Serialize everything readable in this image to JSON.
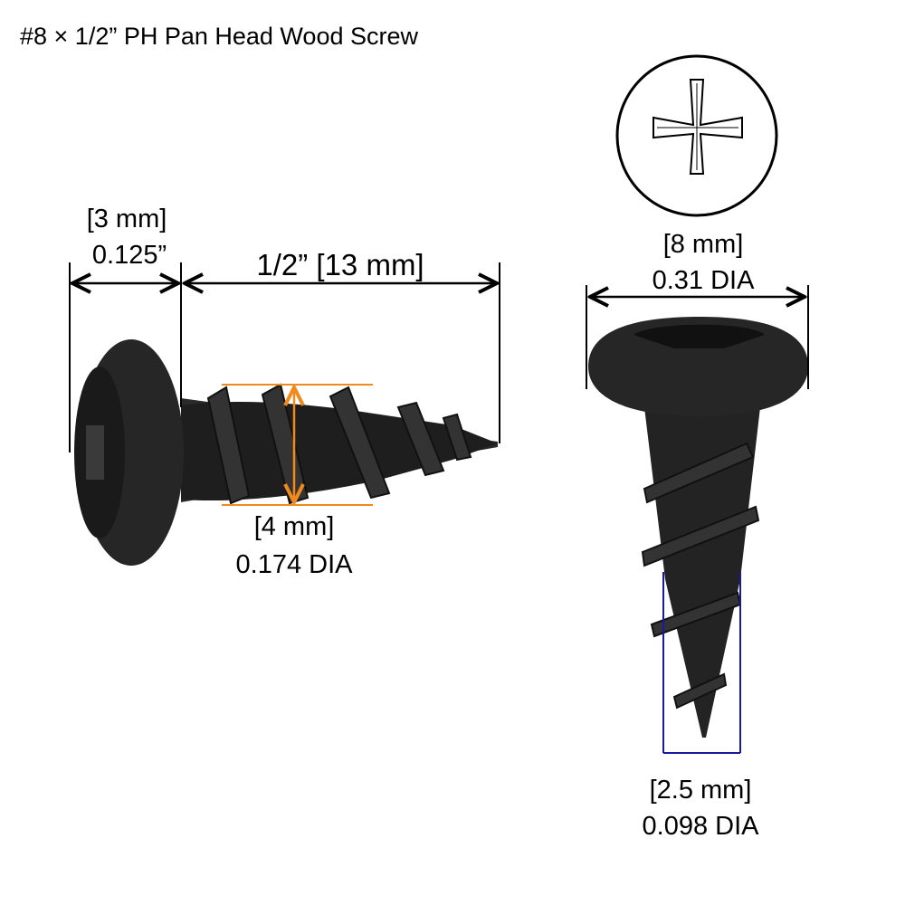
{
  "title": "#8 × 1/2” PH Pan Head Wood Screw",
  "side_view": {
    "head_height_mm": "[3 mm]",
    "head_height_in": "0.125”",
    "length": "1/2” [13 mm]",
    "thread_dia_mm": "[4 mm]",
    "thread_dia_in": "0.174 DIA"
  },
  "front_view": {
    "head_dia_mm": "[8 mm]",
    "head_dia_in": "0.31 DIA",
    "root_dia_mm": "[2.5 mm]",
    "root_dia_in": "0.098 DIA"
  },
  "colors": {
    "thread_dim": "#f08a1c",
    "root_dim": "#1a1aa0",
    "screw": "#222222"
  }
}
